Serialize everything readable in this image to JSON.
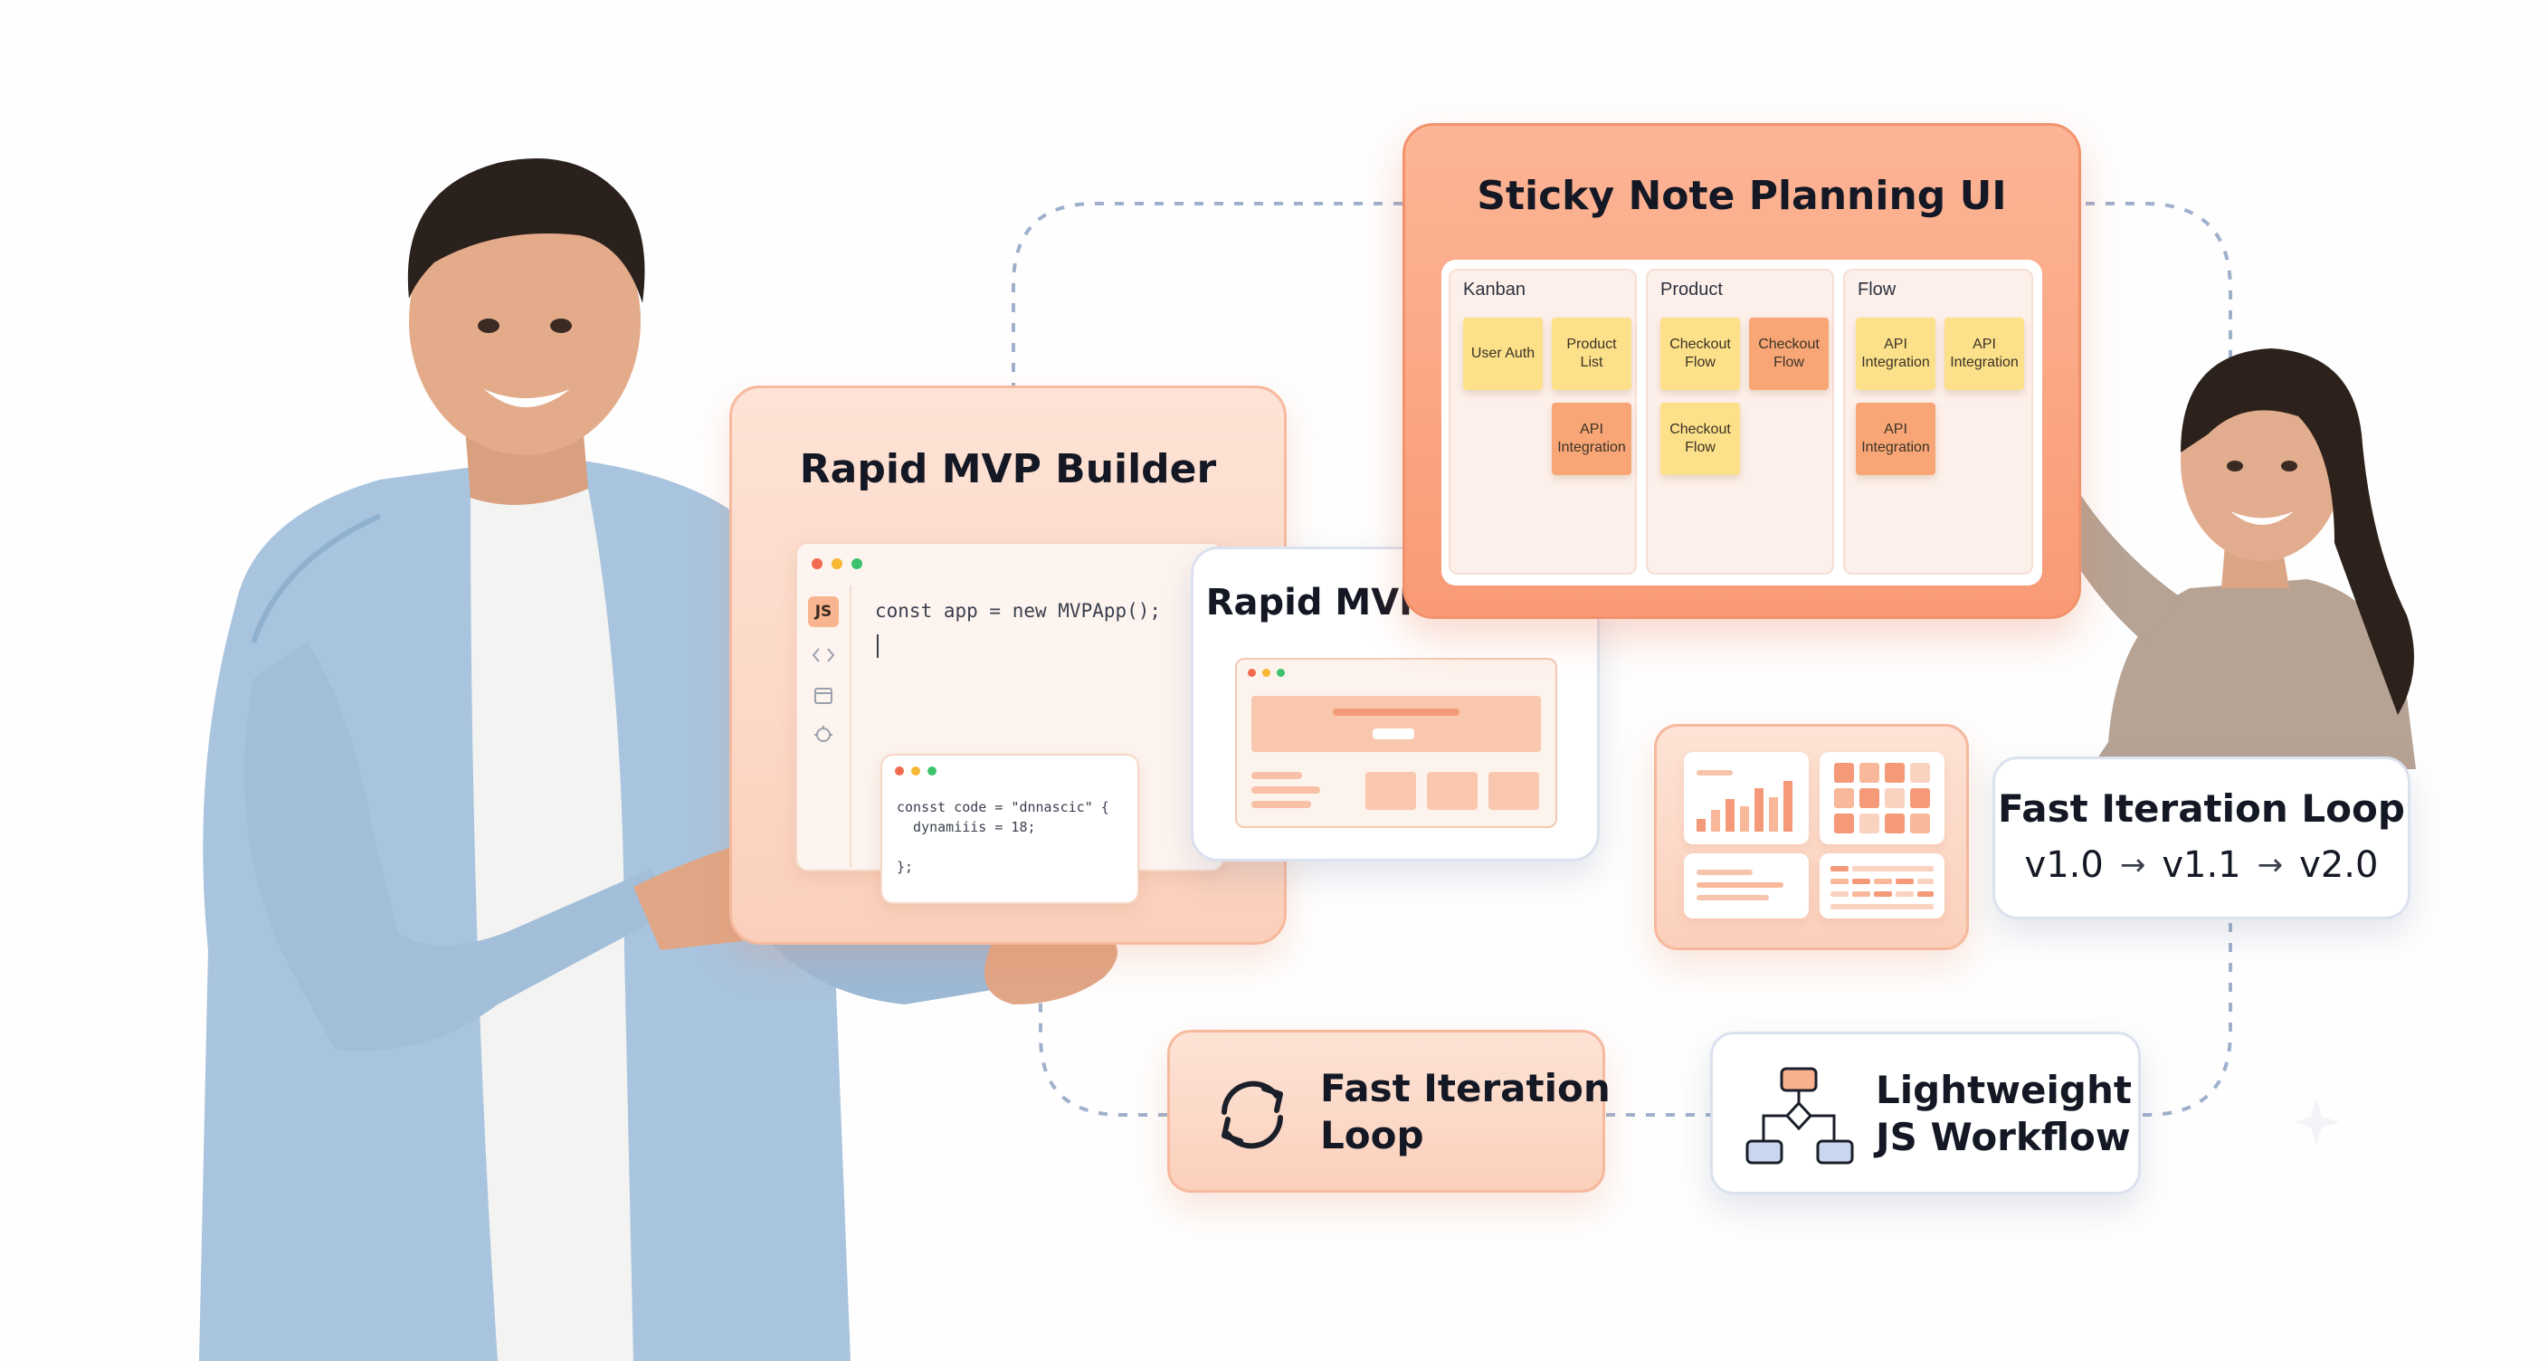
{
  "colors": {
    "accent": "#f89a75",
    "peach": "#fbd0bb",
    "sticky_yellow": "#fde08a",
    "sticky_orange": "#f8a676",
    "connector": "#9fb0cc",
    "text": "#141824"
  },
  "mvp_panel": {
    "title": "Rapid MVP Builder",
    "rail_badge": "JS",
    "code_line": "const app = new MVPApp();",
    "snippet": {
      "line1": "consst code = \"dnnascic\" {",
      "line2": "  dynamiiis = 18;",
      "line3": "};"
    }
  },
  "mvp_card": {
    "title": "Rapid MVP Builder"
  },
  "sticky_panel": {
    "title": "Sticky Note Planning UI",
    "columns": [
      {
        "name": "Kanban",
        "notes": [
          "User Auth",
          "Product List",
          "API Integration"
        ]
      },
      {
        "name": "Product",
        "notes": [
          "Checkout Flow",
          "Checkout Flow",
          "Checkout Flow"
        ]
      },
      {
        "name": "Flow",
        "notes": [
          "API Integration",
          "API Integration",
          "API Integration"
        ]
      }
    ]
  },
  "iteration_card": {
    "title": "Fast Iteration Loop",
    "versions": [
      "v1.0",
      "v1.1",
      "v2.0"
    ],
    "arrow": "→"
  },
  "loop_card": {
    "line1": "Fast Iteration",
    "line2": "Loop"
  },
  "workflow_card": {
    "line1": "Lightweight",
    "line2": "JS Workflow"
  }
}
